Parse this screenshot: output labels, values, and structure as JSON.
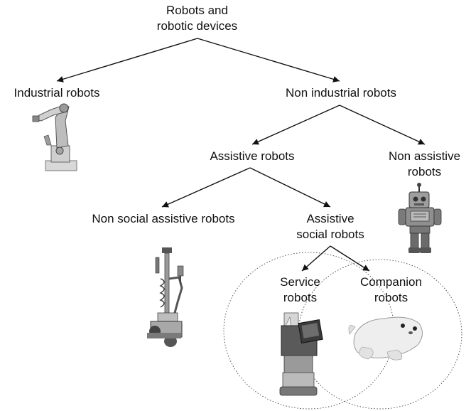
{
  "nodes": {
    "root": {
      "lines": [
        "Robots and",
        "robotic devices"
      ]
    },
    "industrial": {
      "lines": [
        "Industrial robots"
      ]
    },
    "non_industrial": {
      "lines": [
        "Non industrial robots"
      ]
    },
    "assistive": {
      "lines": [
        "Assistive robots"
      ]
    },
    "non_assistive": {
      "lines": [
        "Non assistive",
        "robots"
      ]
    },
    "non_social_assistive": {
      "lines": [
        "Non social assistive robots"
      ]
    },
    "assistive_social": {
      "lines": [
        "Assistive",
        "social robots"
      ]
    },
    "service": {
      "lines": [
        "Service",
        "robots"
      ]
    },
    "companion": {
      "lines": [
        "Companion",
        "robots"
      ]
    }
  },
  "illustrations": [
    "industrial-robot-arm-icon",
    "toy-robot-icon",
    "mobile-manipulator-robot-icon",
    "service-robot-icon",
    "seal-robot-icon"
  ],
  "colors": {
    "line": "#111111",
    "ellipse": "#444444",
    "photo_gray": "#8a8a8a"
  }
}
